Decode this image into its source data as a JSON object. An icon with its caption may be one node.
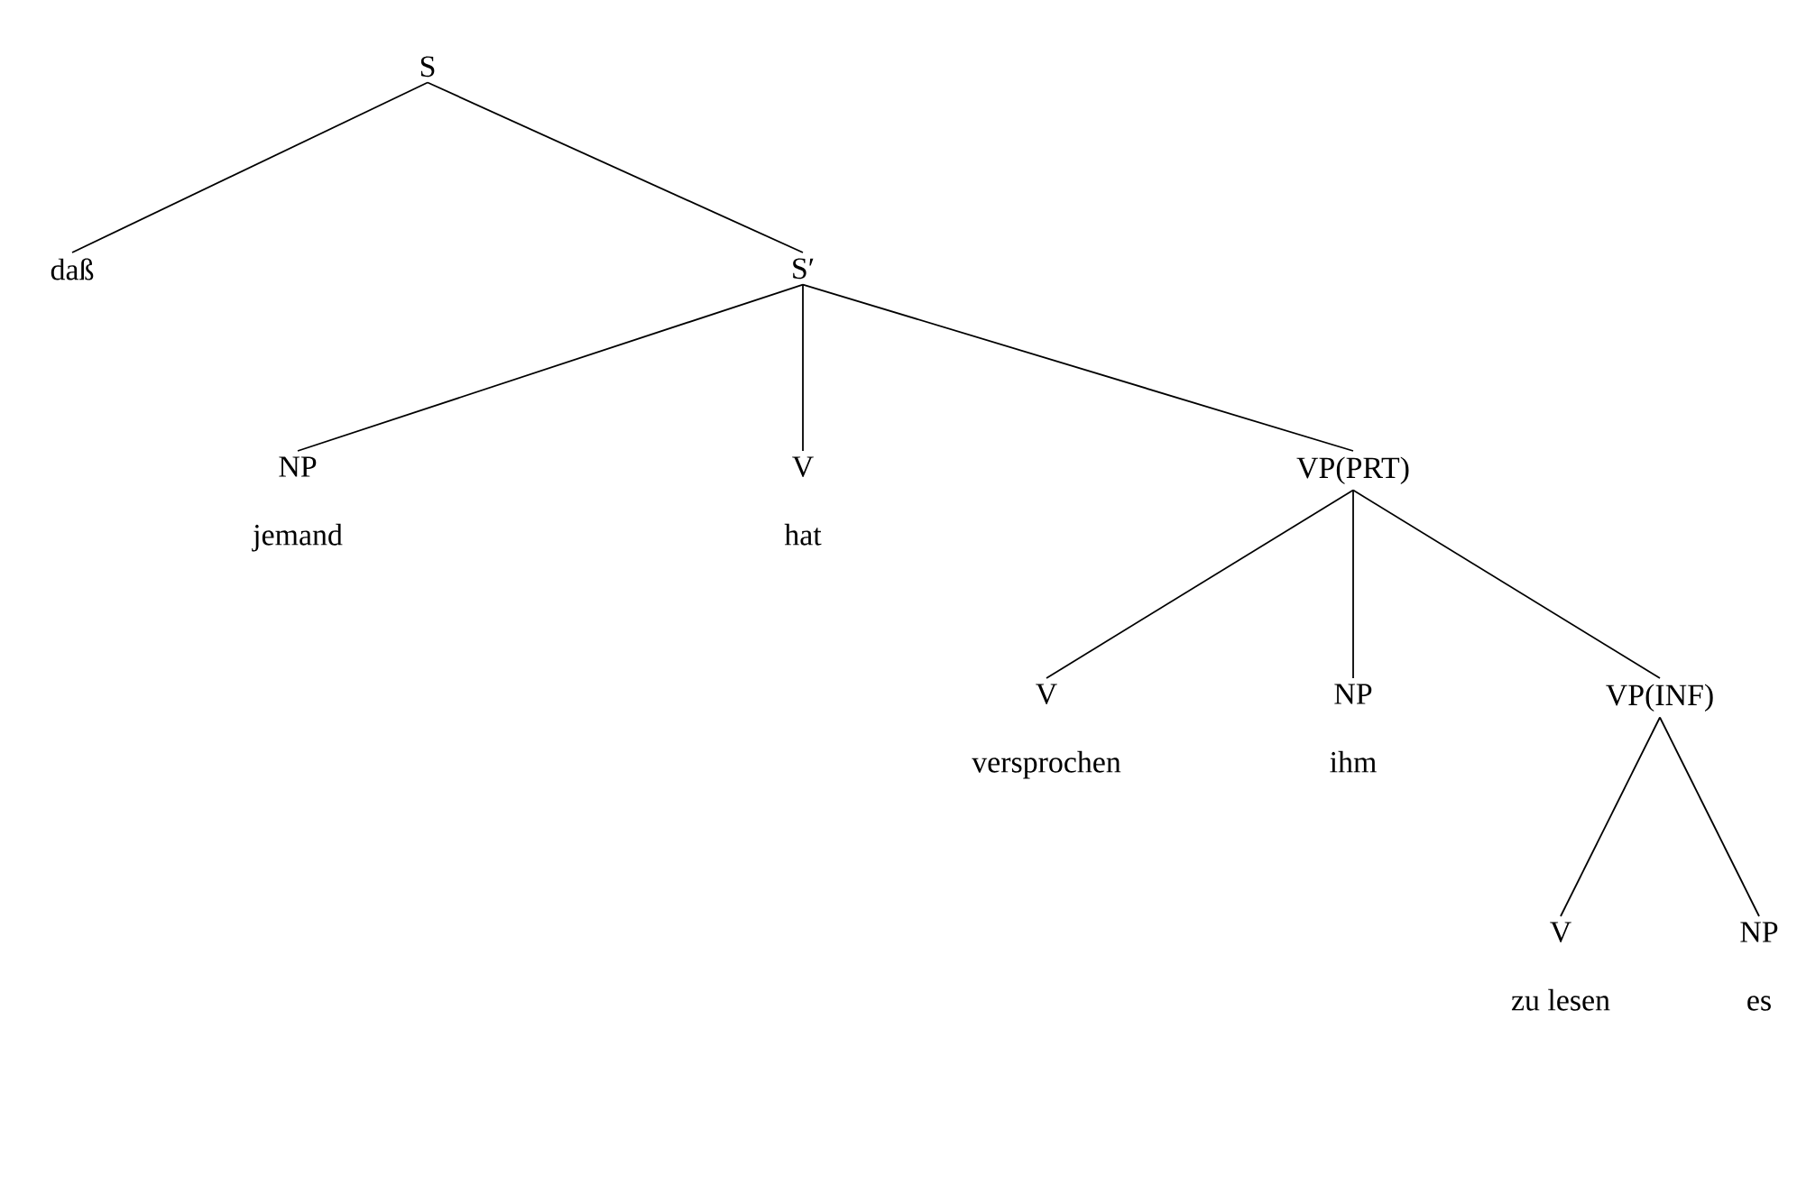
{
  "diagram": {
    "nodes": [
      {
        "text": [
          "S"
        ]
      },
      {
        "text": [
          "daß"
        ]
      },
      {
        "text": [
          "S′"
        ]
      },
      {
        "text": [
          "NP",
          "jemand"
        ]
      },
      {
        "text": [
          "V",
          "hat"
        ]
      },
      {
        "text": [
          "VP(PRT)"
        ]
      },
      {
        "text": [
          "V",
          "versprochen"
        ]
      },
      {
        "text": [
          "NP",
          "ihm"
        ]
      },
      {
        "text": [
          "VP(INF)"
        ]
      },
      {
        "text": [
          "V",
          "zu lesen"
        ]
      },
      {
        "text": [
          "NP",
          "es"
        ]
      }
    ],
    "edges": [
      {
        "from": 0,
        "to": 1,
        "arrow": "none"
      },
      {
        "from": 0,
        "to": 2,
        "arrow": "none"
      },
      {
        "from": 2,
        "to": 3,
        "arrow": "none"
      },
      {
        "from": 2,
        "to": 4,
        "arrow": "none"
      },
      {
        "from": 2,
        "to": 5,
        "arrow": "none"
      },
      {
        "from": 5,
        "to": 6,
        "arrow": "none"
      },
      {
        "from": 5,
        "to": 7,
        "arrow": "none"
      },
      {
        "from": 5,
        "to": 8,
        "arrow": "none"
      },
      {
        "from": 8,
        "to": 9,
        "arrow": "none"
      },
      {
        "from": 8,
        "to": 10,
        "arrow": "none"
      }
    ]
  }
}
